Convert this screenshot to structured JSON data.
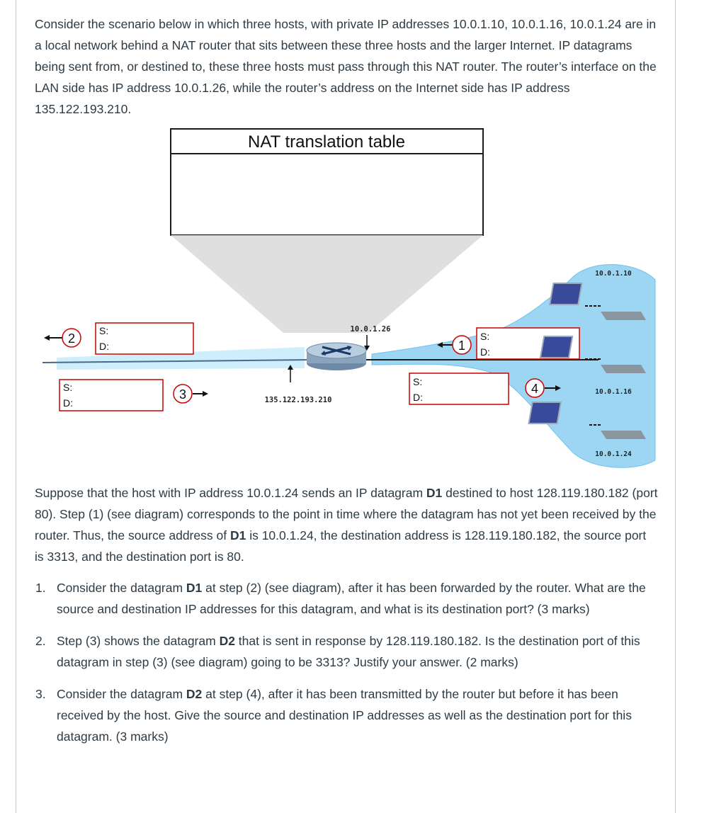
{
  "intro": {
    "text": "Consider the scenario below in which three hosts, with private IP addresses 10.0.1.10, 10.0.1.16, 10.0.1.24 are in a local network behind a NAT router that sits between these three hosts and the larger Internet. IP datagrams being sent from, or destined to, these three hosts must pass through this NAT router. The router’s interface on the LAN side has IP address 10.0.1.26, while the router’s address on the Internet side has IP address 135.122.193.210."
  },
  "diagram": {
    "nat_table_title": "NAT translation table",
    "router_lan_ip": "10.0.1.26",
    "router_wan_ip": "135.122.193.210",
    "hosts": [
      {
        "ip": "10.0.1.10"
      },
      {
        "ip": "10.0.1.16"
      },
      {
        "ip": "10.0.1.24"
      }
    ],
    "source_label": "S:",
    "dest_label": "D:",
    "steps": [
      "1",
      "2",
      "3",
      "4"
    ],
    "colors": {
      "lan": "#9dd6f2",
      "lan_border": "#6cc2ec",
      "router": "#8aa4bd",
      "step_circle": "#cc0000",
      "box_border": "#cc0000"
    }
  },
  "scenario": {
    "text_1": "Suppose that the host with IP address 10.0.1.24 sends an IP datagram ",
    "bold_1": "D1",
    "text_2": " destined to host 128.119.180.182 (port 80). Step (1) (see diagram) corresponds to the point in time where the datagram has not yet been received by the router. Thus, the source address of ",
    "bold_2": "D1",
    "text_3": " is 10.0.1.24, the destination address is 128.119.180.182, the source port is 3313, and the destination port is 80."
  },
  "questions": [
    {
      "number": "1.",
      "pre": "Consider the datagram ",
      "bold": "D1",
      "post": " at step (2) (see diagram), after it has been forwarded by the router. What are the source and destination IP addresses for this datagram, and what is its destination port? (3 marks)"
    },
    {
      "number": "2.",
      "pre": "Step (3) shows the datagram ",
      "bold": "D2",
      "post": " that is sent in response by 128.119.180.182. Is the destination port of this datagram in step (3) (see diagram) going to be 3313? Justify your answer. (2 marks)"
    },
    {
      "number": "3.",
      "pre": "Consider the datagram ",
      "bold": "D2",
      "post": " at step (4), after it has been transmitted by the router but before it has been received by the host. Give the source and destination IP addresses as well as the destination port for this datagram.  (3 marks)"
    }
  ]
}
